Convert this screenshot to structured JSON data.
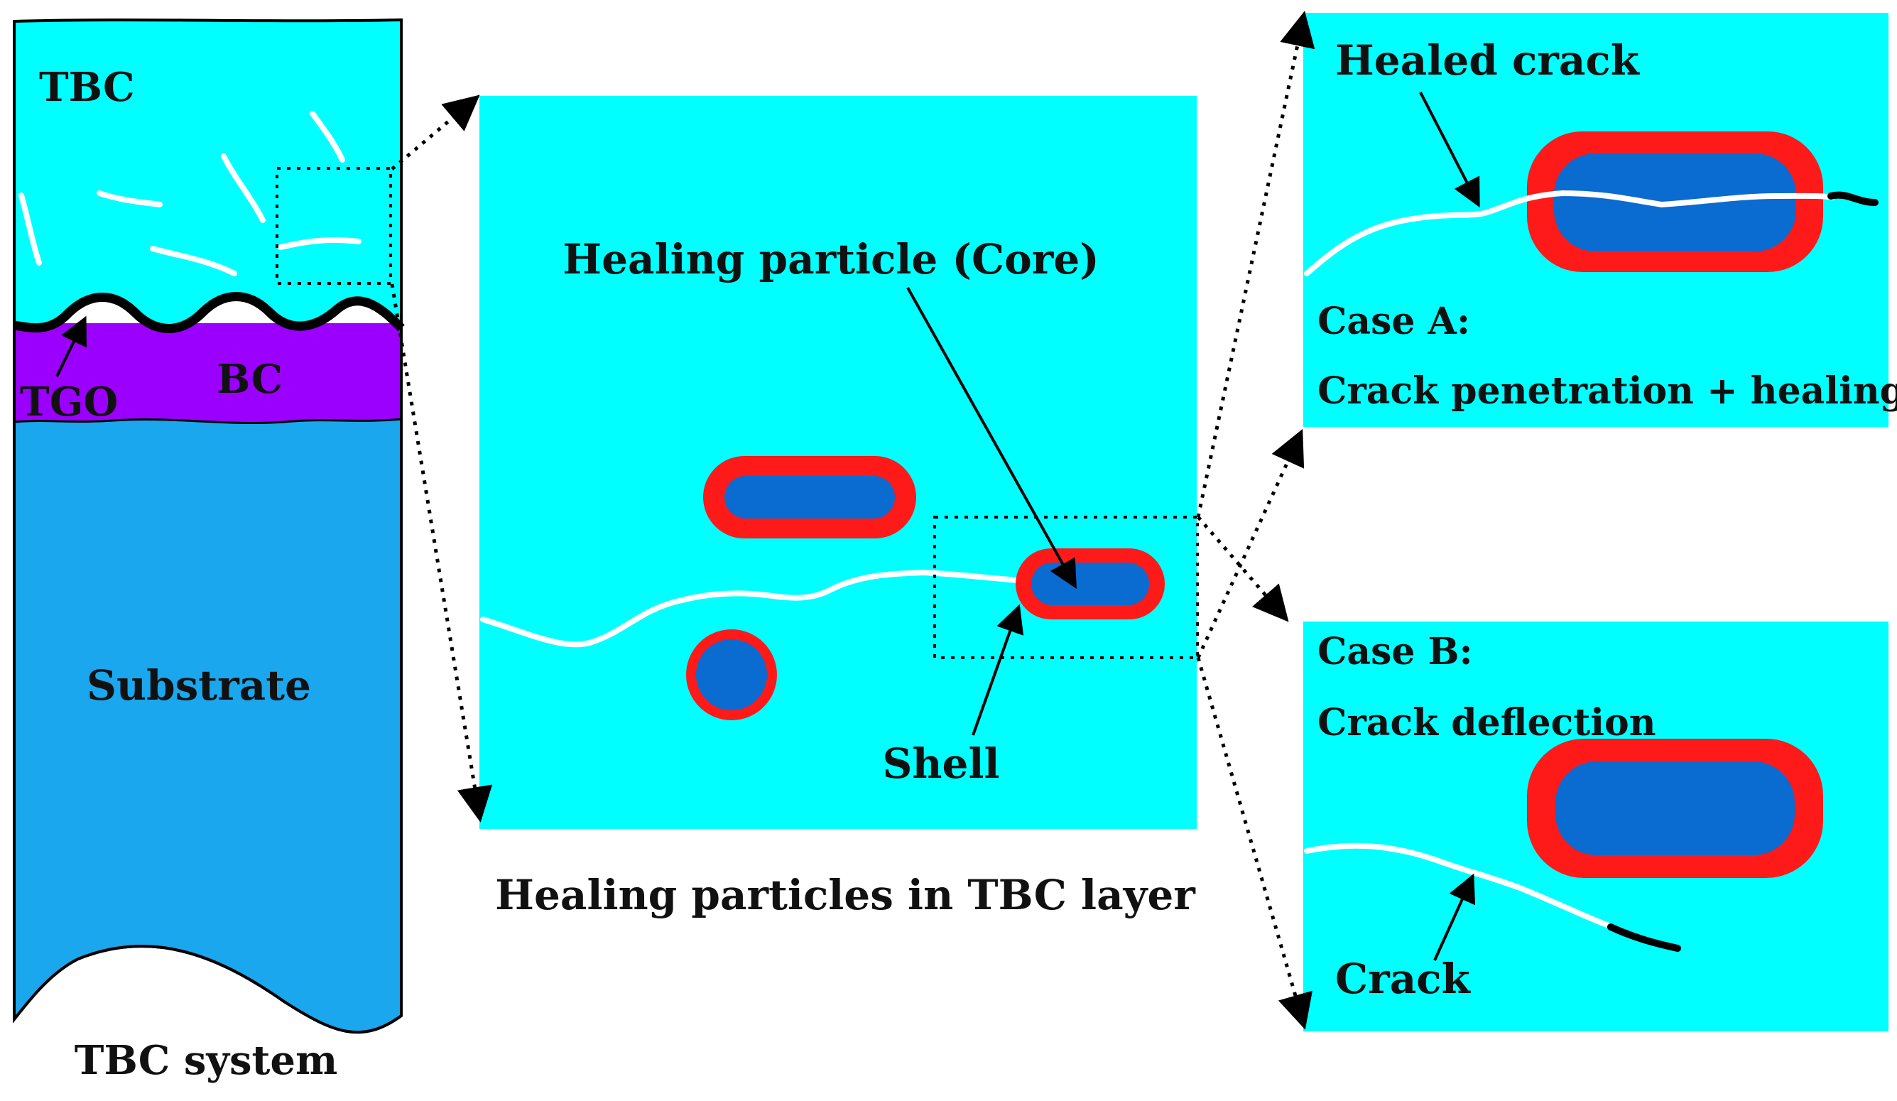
{
  "colors": {
    "tbc": "#00ffff",
    "substrate": "#1aa7ee",
    "bond_coat": "#9b00ff",
    "tgo": "#000000",
    "particle_core": "#0a6bd0",
    "particle_shell": "#ff1a1a",
    "crack": "#ffffff",
    "frame": "#000000"
  },
  "tbc_system": {
    "tbc_label": "TBC",
    "bc_label": "BC",
    "tgo_label": "TGO",
    "substrate_label": "Substrate",
    "caption": "TBC system"
  },
  "middle_panel": {
    "core_label": "Healing particle (Core)",
    "shell_label": "Shell",
    "caption": "Healing particles in TBC layer"
  },
  "case_a": {
    "healed_crack_label": "Healed crack",
    "case_title": "Case A:",
    "case_desc": "Crack penetration + healing"
  },
  "case_b": {
    "case_title": "Case B:",
    "case_desc": "Crack deflection",
    "crack_label": "Crack"
  }
}
